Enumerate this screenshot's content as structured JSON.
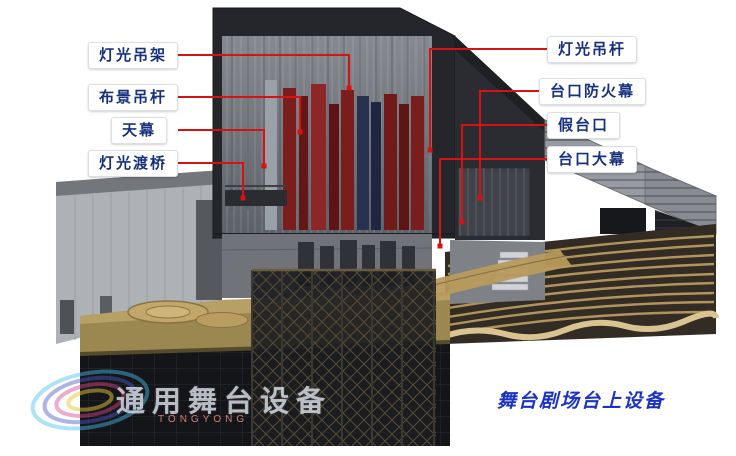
{
  "diagram": {
    "caption": "舞台剧场台上设备",
    "labels_left": [
      {
        "text": "灯光吊架"
      },
      {
        "text": "布景吊杆"
      },
      {
        "text": "天幕"
      },
      {
        "text": "灯光渡桥"
      }
    ],
    "labels_right": [
      {
        "text": "灯光吊杆"
      },
      {
        "text": "台口防火幕"
      },
      {
        "text": "假台口"
      },
      {
        "text": "台口大幕"
      }
    ],
    "watermark": {
      "text": "通用舞台设备",
      "subtext": "TONGYONG"
    },
    "colors": {
      "label_text": "#17317f",
      "connector_red": "#d61212",
      "caption_blue": "#1b33c4",
      "curtain_red": "#7a1d1d",
      "stage_tan": "#c2a76a"
    }
  }
}
